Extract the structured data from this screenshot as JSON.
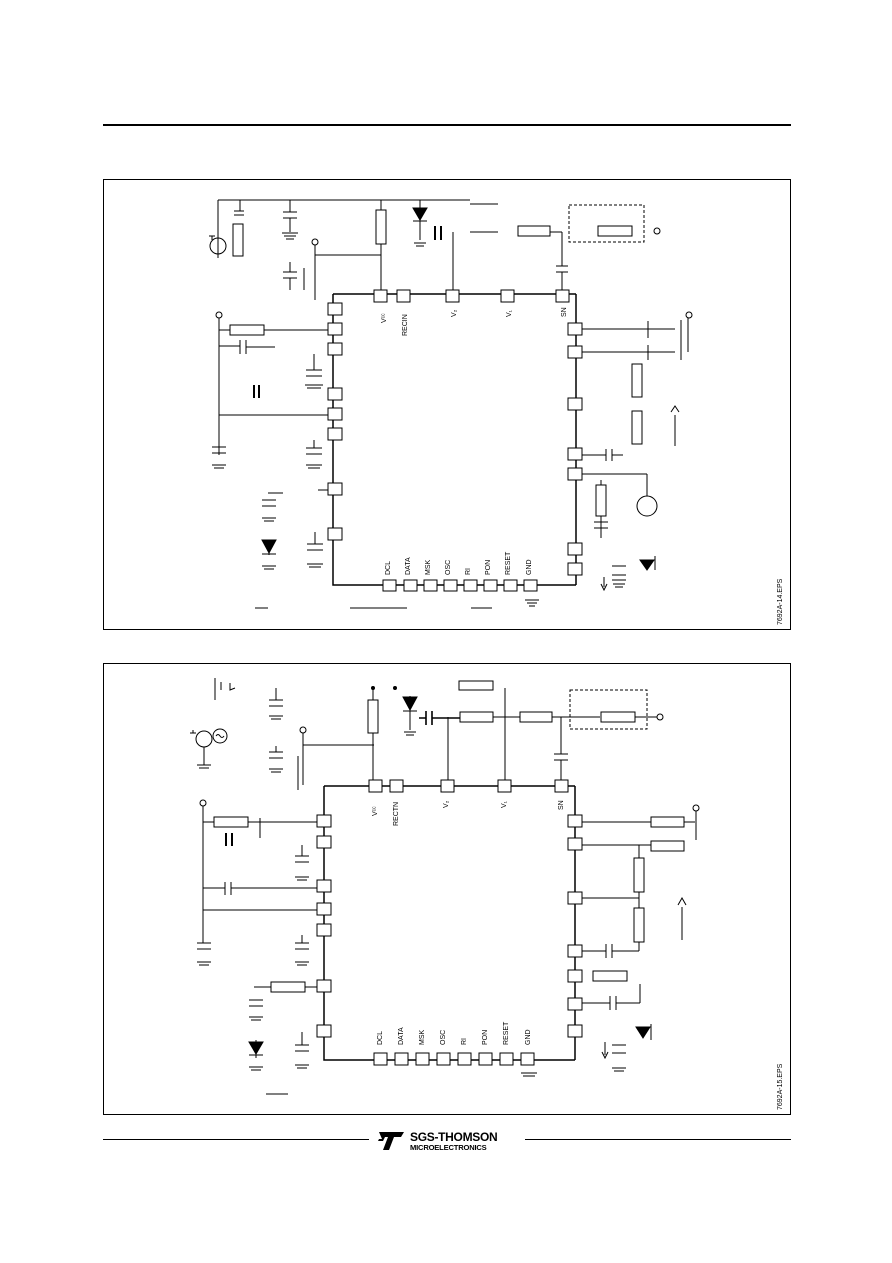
{
  "diagram_1": {
    "pins_top": [
      "Vᶜᶜ",
      "RECIN",
      "V₂",
      "V₁",
      "SN"
    ],
    "pins_bottom": [
      "DCL",
      "DATA",
      "MSK",
      "OSC",
      "RI",
      "PON",
      "RESET",
      "GND"
    ],
    "eps_label": "7692A-14.EPS"
  },
  "diagram_2": {
    "pins_top": [
      "Vᶜᶜ",
      "RECTN",
      "V₂",
      "V₁",
      "SN"
    ],
    "pins_bottom": [
      "DCL",
      "DATA",
      "MSK",
      "OSC",
      "RI",
      "PON",
      "RESET",
      "GND"
    ],
    "eps_label": "7692A-15.EPS"
  },
  "footer": {
    "brand_name": "SGS-THOMSON",
    "brand_sub": "MICROELECTRONICS"
  },
  "colors": {
    "ink": "#000000",
    "paper": "#ffffff"
  }
}
